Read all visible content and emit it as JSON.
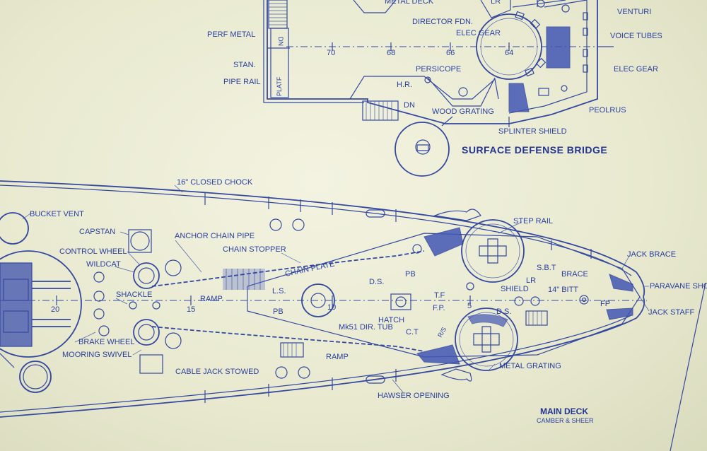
{
  "bridge": {
    "title": "SURFACE DEFENSE BRIDGE",
    "frame_numbers": [
      "70",
      "68",
      "66",
      "64"
    ],
    "labels": {
      "metal_deck": "METAL DECK",
      "lr_top": "LR",
      "director_fdn": "DIRECTOR FDN.",
      "elec_gear_inner": "ELEC GEAR",
      "perf_metal": "PERF METAL",
      "dn_top": "DN",
      "stan": "STAN.",
      "pipe_rail": "PIPE RAIL",
      "platf": "PLATF",
      "persicope": "PERSICOPE",
      "hr": "H.R.",
      "dn_bottom": "DN",
      "wood_grating": "WOOD GRATING",
      "splinter_shield": "SPLINTER SHIELD",
      "venturi": "VENTURI",
      "voice_tubes": "VOICE TUBES",
      "elec_gear_outer": "ELEC GEAR",
      "peolrus": "PEOLRUS"
    }
  },
  "main_deck": {
    "title": "MAIN DECK",
    "subtitle": "CAMBER & SHEER",
    "labels": {
      "closed_chock": "16\" CLOSED CHOCK",
      "bucket_vent": "BUCKET VENT",
      "capstan": "CAPSTAN",
      "anchor_chain_pipe": "ANCHOR CHAIN PIPE",
      "chain_stopper": "CHAIN STOPPER",
      "control_wheel": "CONTROL WHEEL",
      "wildcat": "WILDCAT",
      "shackle": "SHACKLE",
      "brake_wheel": "BRAKE WHEEL",
      "mooring_swivel": "MOORING  SWIVEL",
      "cable_jack_stowed": "CABLE JACK STOWED",
      "hawser_opening": "HAWSER OPENING",
      "chain_plate": "CHAIN PLATE",
      "ramp_upper": "RAMP",
      "ramp_lower": "RAMP",
      "frame_20": "20",
      "frame_15": "15",
      "frame_10": "10",
      "frame_5": "5",
      "ls": "L.S.",
      "pb_left": "PB",
      "pb_right": "PB",
      "ds_upper": "D.S.",
      "ds_lower": "D.S.",
      "tf": "T.F",
      "fp_mid": "F.P.",
      "hatch": "HATCH",
      "mk51": "Mk51 DIR. TUB",
      "ct": "C.T",
      "rs": "R/S",
      "step_rail": "STEP RAIL",
      "sbt": "S.B.T",
      "brace": "BRACE",
      "lr": "LR",
      "shield": "SHIELD",
      "bitt": "14\" BITT",
      "jack_brace": "JACK BRACE",
      "paravane": "PARAVANE SHOE",
      "jack_staff": "JACK STAFF",
      "fp_bow": "FP",
      "metal_grating": "METAL GRATING"
    }
  }
}
